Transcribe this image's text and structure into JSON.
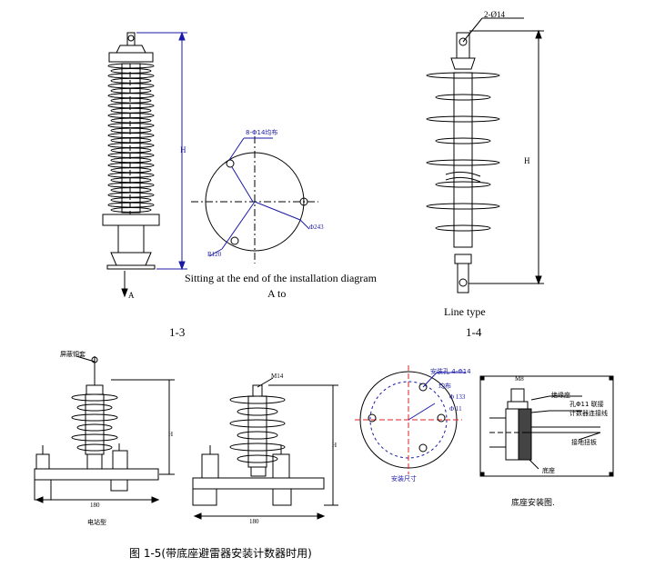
{
  "fig_1_3": {
    "dim_h": "H",
    "arrow_label": "A",
    "dia_holes": "8-Φ14均布",
    "dia_outer": "Φ243",
    "dia_radius": "R120",
    "caption_line1": "Sitting at the end of the installation diagram",
    "caption_line2": "A to",
    "fig_no": "1-3"
  },
  "fig_1_4": {
    "holes": "2-Ø14",
    "dim_h": "H",
    "caption": "Line type",
    "fig_no": "1-4"
  },
  "fig_1_5": {
    "top_label": "屏蔽铜套",
    "dim_h_left": "H",
    "width_left": "180",
    "bottom_left": "电站型",
    "bolt": "M14",
    "dim_h_mid": "H",
    "width_mid": "180",
    "plate_hole_labels": [
      "安装孔 4-Φ14",
      "均布",
      "Φ 133",
      "Φ 11"
    ],
    "plate_bottom": "安装尺寸",
    "base_bolt": "M8",
    "base_labels": [
      "绝缘座",
      "孔Φ11 联接",
      "计数器连接线",
      "接地扭板",
      "底座"
    ],
    "base_caption": "底座安装图.",
    "figure_title": "图 1-5(带底座避雷器安装计数器时用)"
  },
  "colors": {
    "line": "#000000",
    "dim": "#1a1aa6",
    "center": "#e02020"
  }
}
